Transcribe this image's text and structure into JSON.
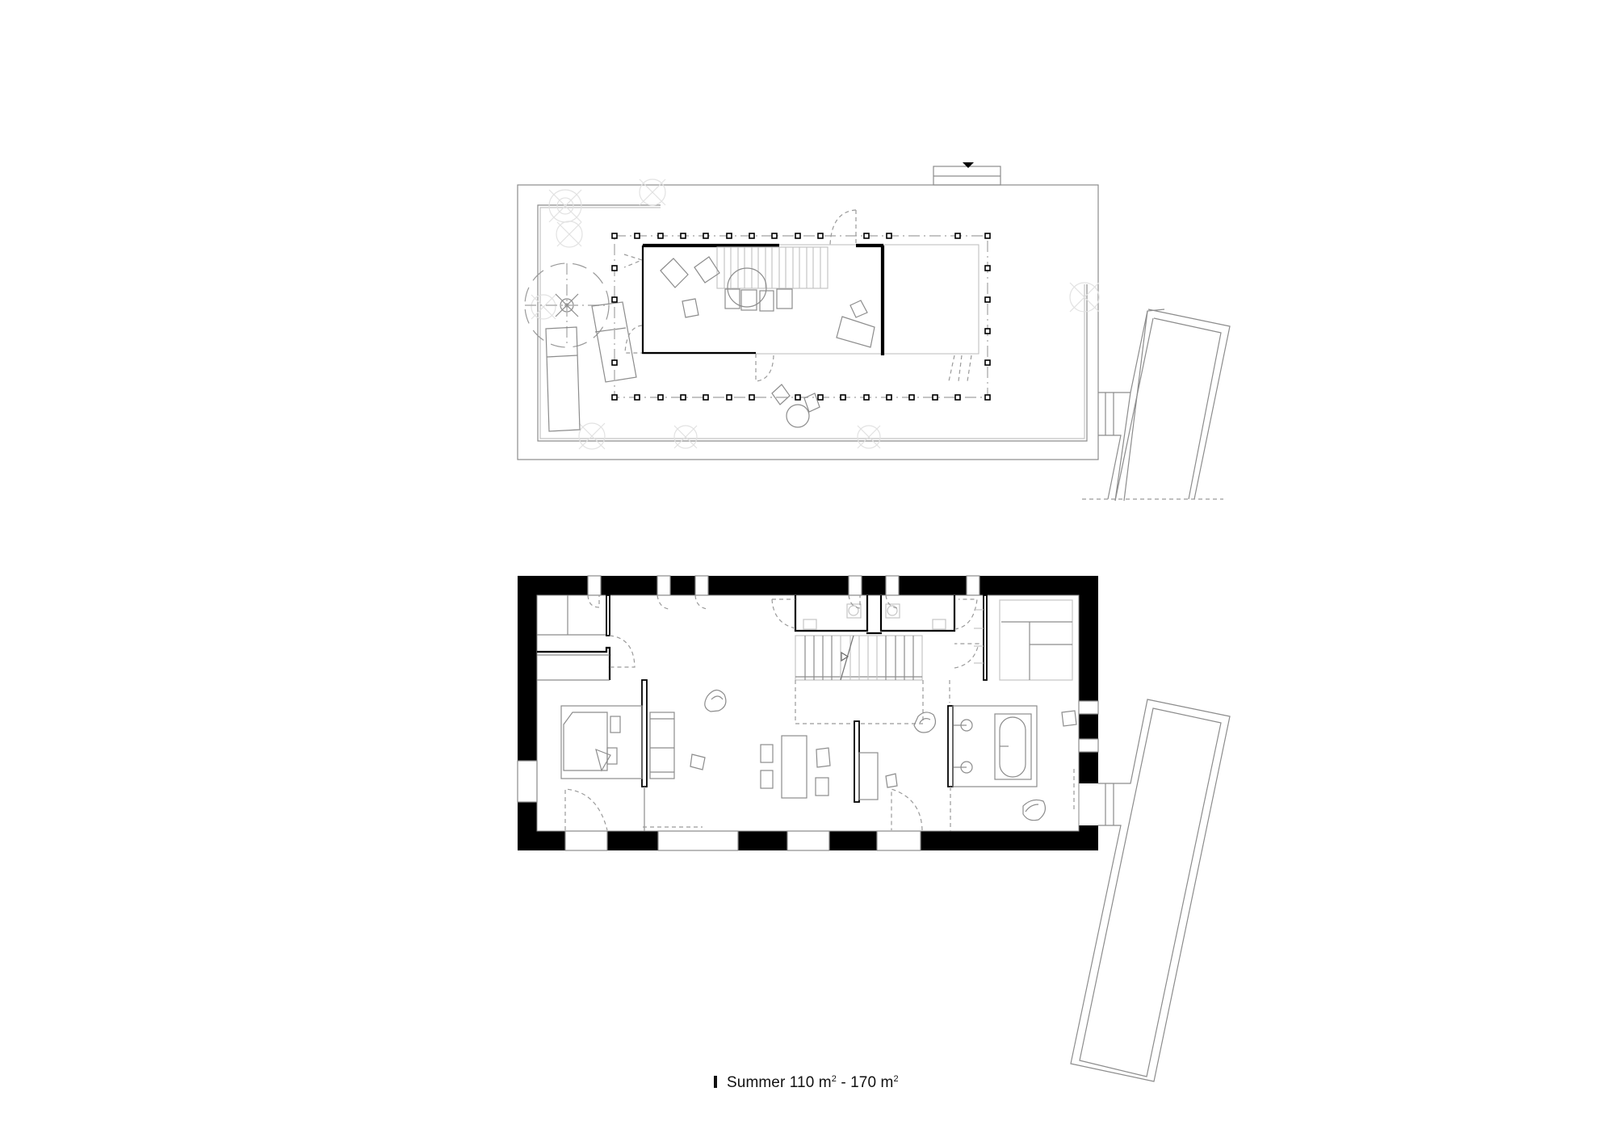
{
  "caption": {
    "label": "Summer",
    "area_min_value": "110",
    "area_max_value": "170",
    "unit": "m",
    "unit_exponent": "2",
    "separator": "-"
  },
  "plans": [
    {
      "id": "roof-terrace-plan",
      "description": "Upper level: roof terrace with pavilion, staircase, sun loungers, parasol, dining tables and pool"
    },
    {
      "id": "ground-floor-plan",
      "description": "Ground floor: thick masonry walls with openings, bedroom, living/dining, staircase, two WCs, bathroom, storage, adjoining pool"
    }
  ],
  "colors": {
    "background": "#ffffff",
    "wall": "#000000",
    "line": "#8c8c8c",
    "light_line": "#c4c4c4",
    "plant": "#e2e2e2"
  }
}
